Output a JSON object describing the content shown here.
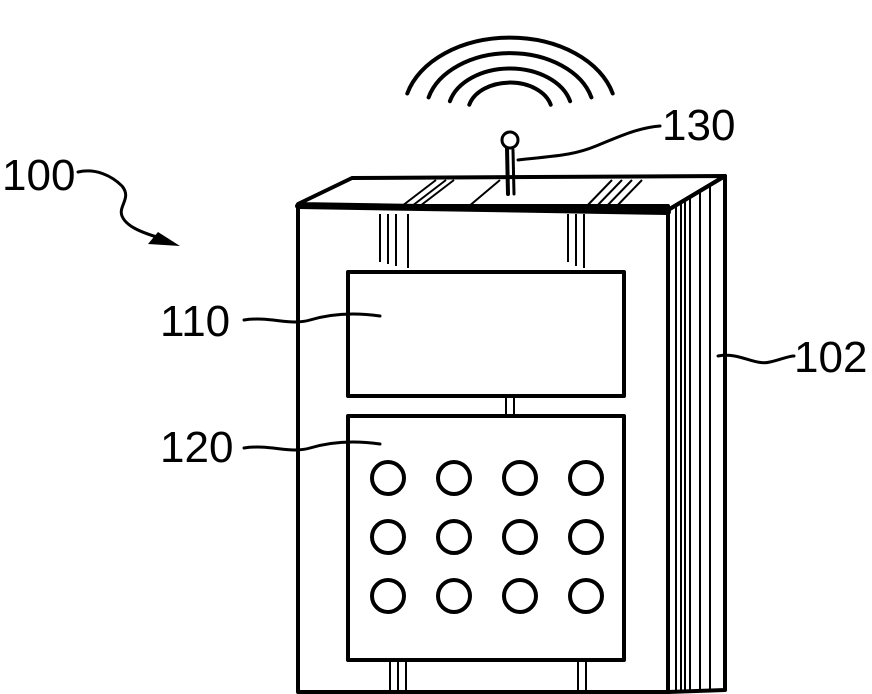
{
  "labels": {
    "device": "100",
    "display": "110",
    "keypad": "120",
    "antenna": "130",
    "housing": "102"
  },
  "keypad": {
    "rows": 3,
    "cols": 4
  },
  "signal": {
    "arcs": 4
  }
}
